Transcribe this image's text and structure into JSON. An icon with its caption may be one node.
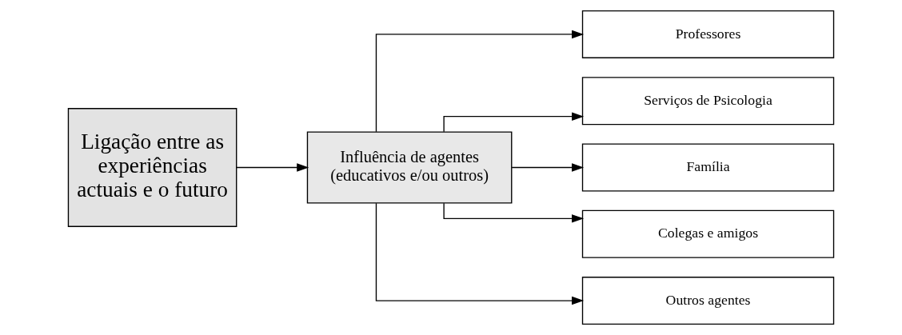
{
  "diagram": {
    "nodes": [
      {
        "text": [
          "Ligação entre as experiências actuais e o futuro"
        ]
      },
      {
        "text": [
          "Influência de agentes (educativos e/ou outros)"
        ]
      },
      {
        "text": [
          "Professores"
        ]
      },
      {
        "text": [
          "Serviços de Psicologia"
        ]
      },
      {
        "text": [
          "Família"
        ]
      },
      {
        "text": [
          "Colegas e amigos"
        ]
      },
      {
        "text": [
          "Outros agentes"
        ]
      }
    ],
    "edges": [
      {
        "from": 0,
        "to": 1,
        "arrow": "to"
      },
      {
        "from": 1,
        "to": 2,
        "arrow": "to"
      },
      {
        "from": 1,
        "to": 3,
        "arrow": "to"
      },
      {
        "from": 1,
        "to": 4,
        "arrow": "to"
      },
      {
        "from": 1,
        "to": 5,
        "arrow": "to"
      },
      {
        "from": 1,
        "to": 6,
        "arrow": "to"
      }
    ]
  }
}
